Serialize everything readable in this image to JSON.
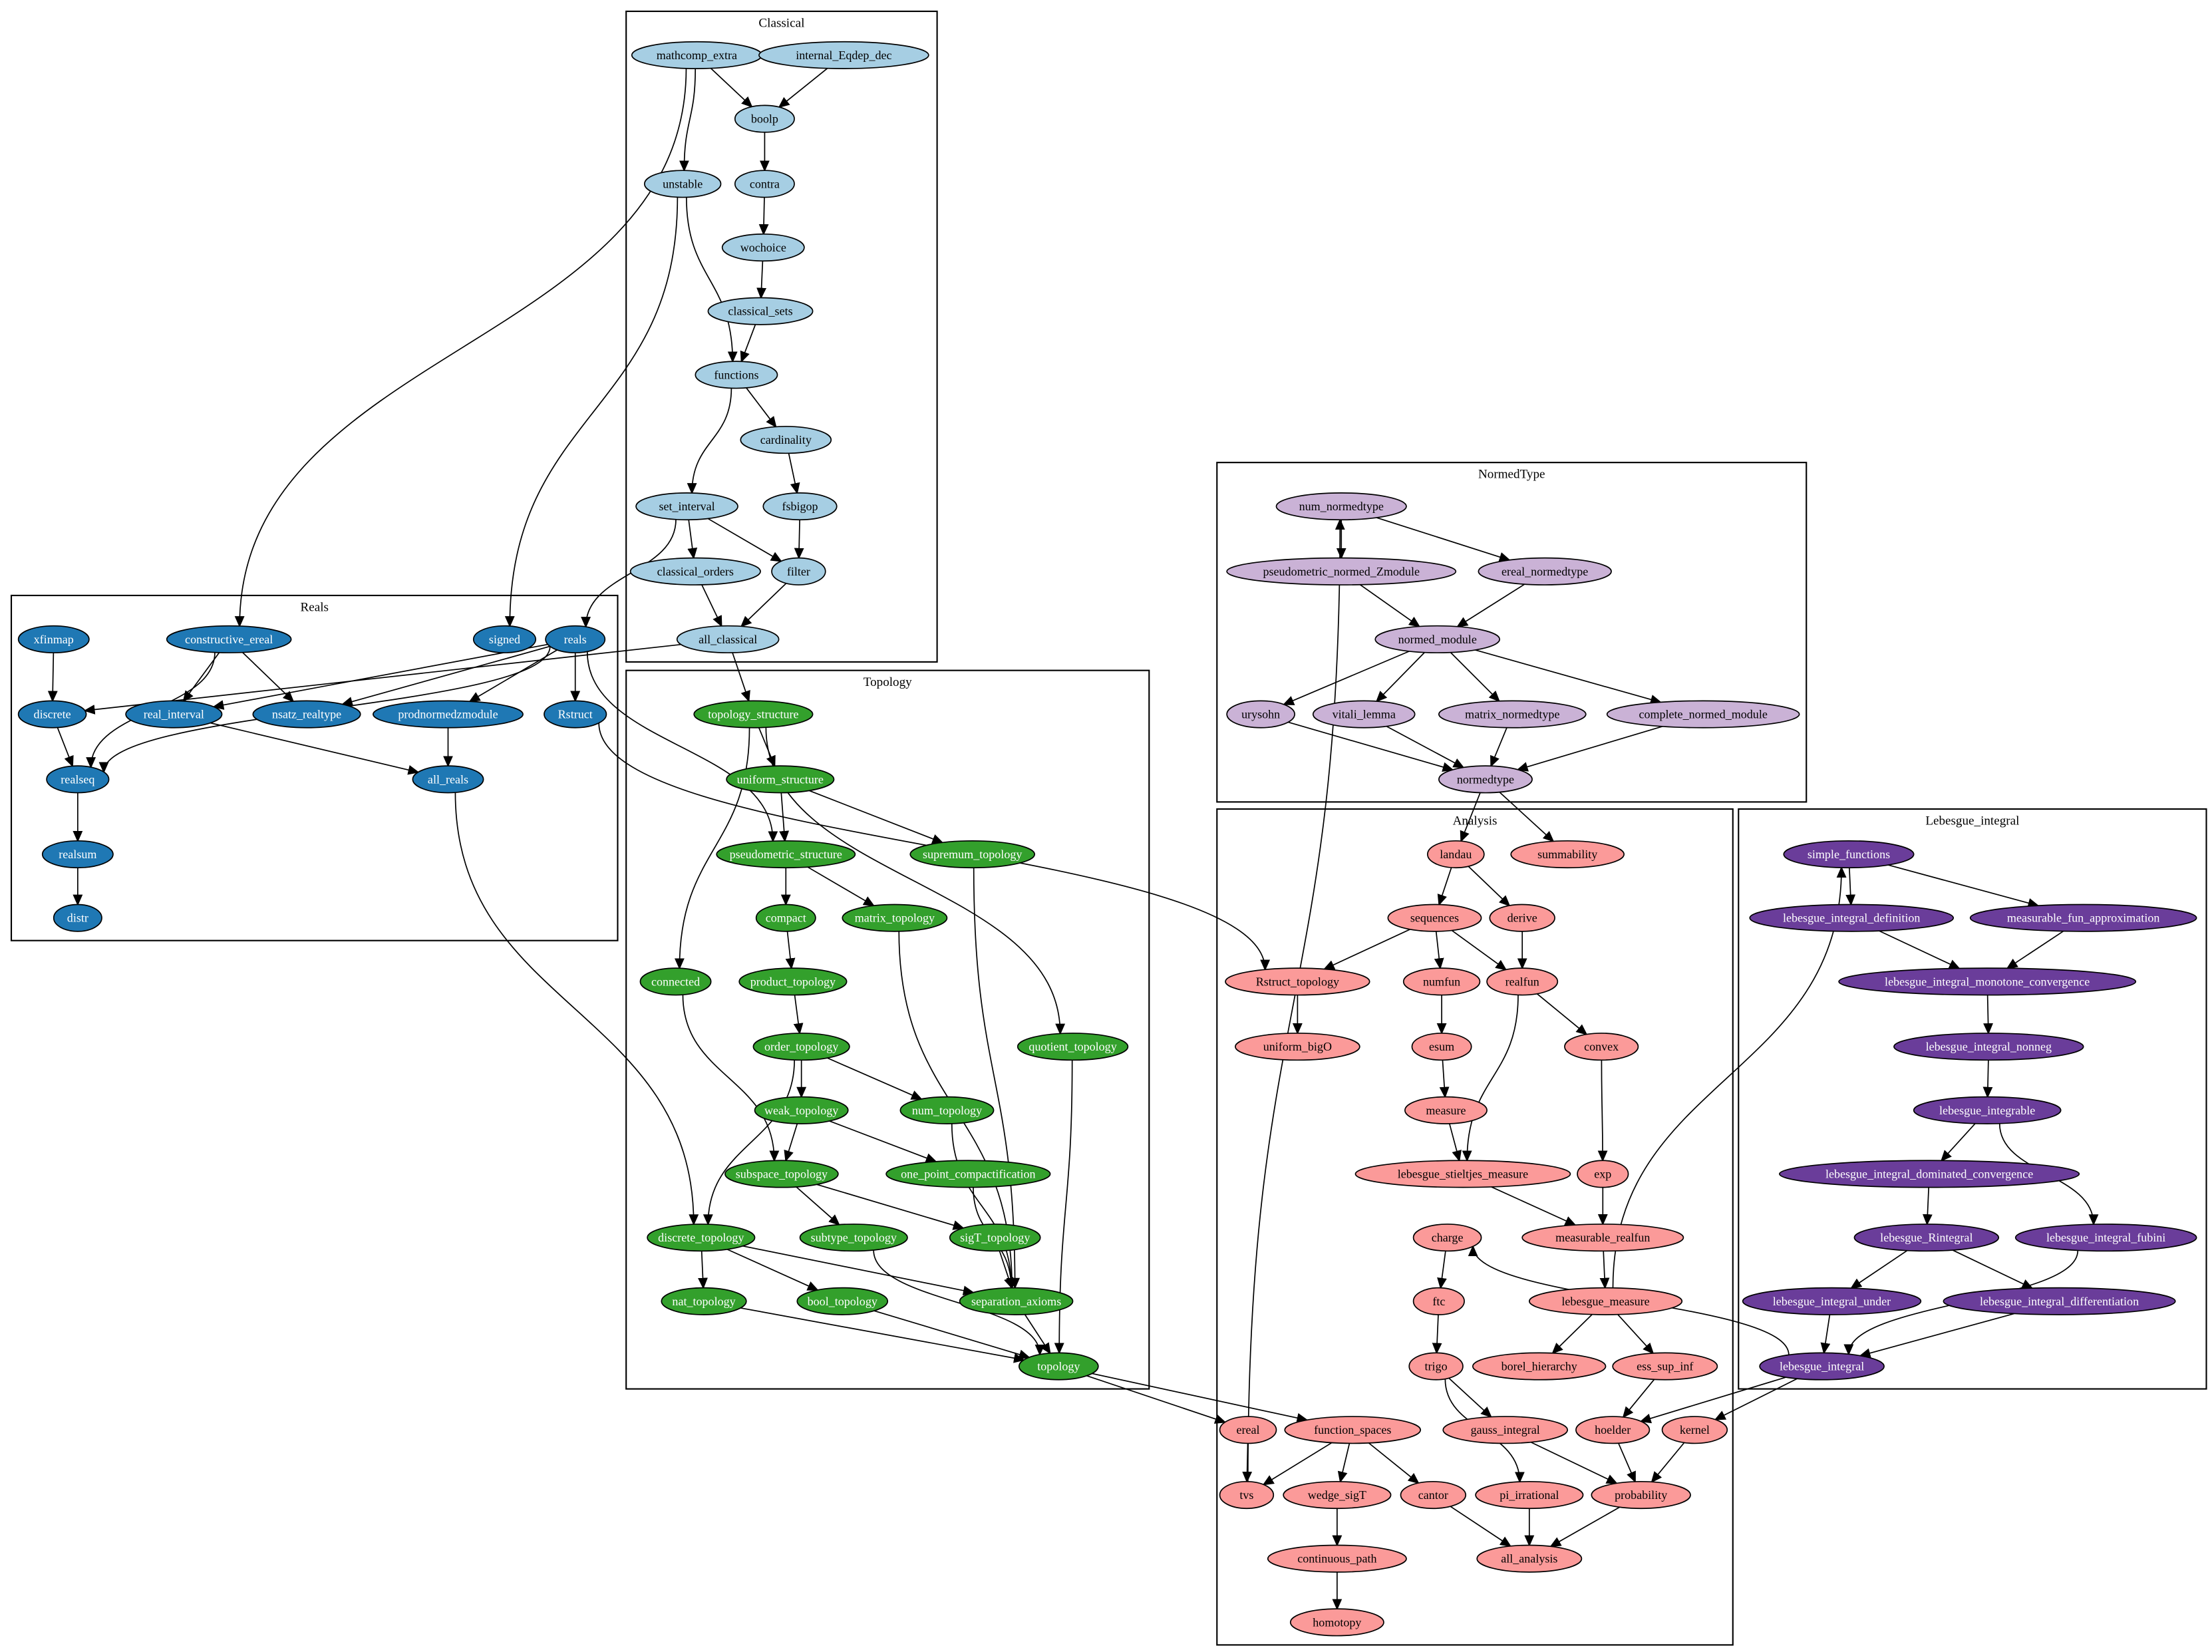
{
  "title": "Module dependency graph",
  "palette": {
    "Classical": {
      "fill": "#a6cee3",
      "text": "#000000"
    },
    "Reals": {
      "fill": "#1f78b4",
      "text": "#ffffff"
    },
    "Topology": {
      "fill": "#33a02c",
      "text": "#ffffff"
    },
    "NormedType": {
      "fill": "#cab2d6",
      "text": "#000000"
    },
    "Analysis": {
      "fill": "#fb9a99",
      "text": "#000000"
    },
    "Lebesgue_integral": {
      "fill": "#6a3d9a",
      "text": "#ffffff"
    }
  },
  "clusters": [
    {
      "id": "Classical",
      "label": "Classical"
    },
    {
      "id": "Reals",
      "label": "Reals"
    },
    {
      "id": "Topology",
      "label": "Topology"
    },
    {
      "id": "NormedType",
      "label": "NormedType"
    },
    {
      "id": "Analysis",
      "label": "Analysis"
    },
    {
      "id": "Lebesgue_integral",
      "label": "Lebesgue_integral"
    }
  ],
  "nodes": [
    {
      "id": "mathcomp_extra",
      "cluster": "Classical"
    },
    {
      "id": "internal_Eqdep_dec",
      "cluster": "Classical"
    },
    {
      "id": "boolp",
      "cluster": "Classical"
    },
    {
      "id": "unstable",
      "cluster": "Classical"
    },
    {
      "id": "contra",
      "cluster": "Classical"
    },
    {
      "id": "wochoice",
      "cluster": "Classical"
    },
    {
      "id": "classical_sets",
      "cluster": "Classical"
    },
    {
      "id": "functions",
      "cluster": "Classical"
    },
    {
      "id": "cardinality",
      "cluster": "Classical"
    },
    {
      "id": "set_interval",
      "cluster": "Classical"
    },
    {
      "id": "fsbigop",
      "cluster": "Classical"
    },
    {
      "id": "classical_orders",
      "cluster": "Classical"
    },
    {
      "id": "filter",
      "cluster": "Classical"
    },
    {
      "id": "all_classical",
      "cluster": "Classical"
    },
    {
      "id": "xfinmap",
      "cluster": "Reals"
    },
    {
      "id": "constructive_ereal",
      "cluster": "Reals"
    },
    {
      "id": "signed",
      "cluster": "Reals"
    },
    {
      "id": "reals",
      "cluster": "Reals"
    },
    {
      "id": "discrete",
      "cluster": "Reals"
    },
    {
      "id": "real_interval",
      "cluster": "Reals"
    },
    {
      "id": "nsatz_realtype",
      "cluster": "Reals"
    },
    {
      "id": "prodnormedzmodule",
      "cluster": "Reals"
    },
    {
      "id": "Rstruct",
      "cluster": "Reals"
    },
    {
      "id": "realseq",
      "cluster": "Reals"
    },
    {
      "id": "all_reals",
      "cluster": "Reals"
    },
    {
      "id": "realsum",
      "cluster": "Reals"
    },
    {
      "id": "distr",
      "cluster": "Reals"
    },
    {
      "id": "topology_structure",
      "cluster": "Topology"
    },
    {
      "id": "uniform_structure",
      "cluster": "Topology"
    },
    {
      "id": "pseudometric_structure",
      "cluster": "Topology"
    },
    {
      "id": "supremum_topology",
      "cluster": "Topology"
    },
    {
      "id": "compact",
      "cluster": "Topology"
    },
    {
      "id": "matrix_topology",
      "cluster": "Topology"
    },
    {
      "id": "connected",
      "cluster": "Topology"
    },
    {
      "id": "product_topology",
      "cluster": "Topology"
    },
    {
      "id": "order_topology",
      "cluster": "Topology"
    },
    {
      "id": "quotient_topology",
      "cluster": "Topology"
    },
    {
      "id": "weak_topology",
      "cluster": "Topology"
    },
    {
      "id": "num_topology",
      "cluster": "Topology"
    },
    {
      "id": "subspace_topology",
      "cluster": "Topology"
    },
    {
      "id": "one_point_compactification",
      "cluster": "Topology"
    },
    {
      "id": "discrete_topology",
      "cluster": "Topology"
    },
    {
      "id": "subtype_topology",
      "cluster": "Topology"
    },
    {
      "id": "sigT_topology",
      "cluster": "Topology"
    },
    {
      "id": "nat_topology",
      "cluster": "Topology"
    },
    {
      "id": "bool_topology",
      "cluster": "Topology"
    },
    {
      "id": "separation_axioms",
      "cluster": "Topology"
    },
    {
      "id": "topology",
      "cluster": "Topology"
    },
    {
      "id": "num_normedtype",
      "cluster": "NormedType"
    },
    {
      "id": "pseudometric_normed_Zmodule",
      "cluster": "NormedType"
    },
    {
      "id": "ereal_normedtype",
      "cluster": "NormedType"
    },
    {
      "id": "normed_module",
      "cluster": "NormedType"
    },
    {
      "id": "urysohn",
      "cluster": "NormedType"
    },
    {
      "id": "vitali_lemma",
      "cluster": "NormedType"
    },
    {
      "id": "matrix_normedtype",
      "cluster": "NormedType"
    },
    {
      "id": "complete_normed_module",
      "cluster": "NormedType"
    },
    {
      "id": "normedtype",
      "cluster": "NormedType"
    },
    {
      "id": "landau",
      "cluster": "Analysis"
    },
    {
      "id": "summability",
      "cluster": "Analysis"
    },
    {
      "id": "sequences",
      "cluster": "Analysis"
    },
    {
      "id": "derive",
      "cluster": "Analysis"
    },
    {
      "id": "Rstruct_topology",
      "cluster": "Analysis"
    },
    {
      "id": "numfun",
      "cluster": "Analysis"
    },
    {
      "id": "realfun",
      "cluster": "Analysis"
    },
    {
      "id": "uniform_bigO",
      "cluster": "Analysis"
    },
    {
      "id": "esum",
      "cluster": "Analysis"
    },
    {
      "id": "convex",
      "cluster": "Analysis"
    },
    {
      "id": "measure",
      "cluster": "Analysis"
    },
    {
      "id": "lebesgue_stieltjes_measure",
      "cluster": "Analysis"
    },
    {
      "id": "exp",
      "cluster": "Analysis"
    },
    {
      "id": "charge",
      "cluster": "Analysis"
    },
    {
      "id": "measurable_realfun",
      "cluster": "Analysis"
    },
    {
      "id": "ftc",
      "cluster": "Analysis"
    },
    {
      "id": "lebesgue_measure",
      "cluster": "Analysis"
    },
    {
      "id": "trigo",
      "cluster": "Analysis"
    },
    {
      "id": "borel_hierarchy",
      "cluster": "Analysis"
    },
    {
      "id": "ess_sup_inf",
      "cluster": "Analysis"
    },
    {
      "id": "ereal",
      "cluster": "Analysis"
    },
    {
      "id": "function_spaces",
      "cluster": "Analysis"
    },
    {
      "id": "gauss_integral",
      "cluster": "Analysis"
    },
    {
      "id": "hoelder",
      "cluster": "Analysis"
    },
    {
      "id": "kernel",
      "cluster": "Analysis"
    },
    {
      "id": "tvs",
      "cluster": "Analysis"
    },
    {
      "id": "wedge_sigT",
      "cluster": "Analysis"
    },
    {
      "id": "cantor",
      "cluster": "Analysis"
    },
    {
      "id": "pi_irrational",
      "cluster": "Analysis"
    },
    {
      "id": "probability",
      "cluster": "Analysis"
    },
    {
      "id": "continuous_path",
      "cluster": "Analysis"
    },
    {
      "id": "all_analysis",
      "cluster": "Analysis"
    },
    {
      "id": "homotopy",
      "cluster": "Analysis"
    },
    {
      "id": "simple_functions",
      "cluster": "Lebesgue_integral"
    },
    {
      "id": "lebesgue_integral_definition",
      "cluster": "Lebesgue_integral"
    },
    {
      "id": "measurable_fun_approximation",
      "cluster": "Lebesgue_integral"
    },
    {
      "id": "lebesgue_integral_monotone_convergence",
      "cluster": "Lebesgue_integral"
    },
    {
      "id": "lebesgue_integral_nonneg",
      "cluster": "Lebesgue_integral"
    },
    {
      "id": "lebesgue_integrable",
      "cluster": "Lebesgue_integral"
    },
    {
      "id": "lebesgue_integral_dominated_convergence",
      "cluster": "Lebesgue_integral"
    },
    {
      "id": "lebesgue_Rintegral",
      "cluster": "Lebesgue_integral"
    },
    {
      "id": "lebesgue_integral_fubini",
      "cluster": "Lebesgue_integral"
    },
    {
      "id": "lebesgue_integral_under",
      "cluster": "Lebesgue_integral"
    },
    {
      "id": "lebesgue_integral_differentiation",
      "cluster": "Lebesgue_integral"
    },
    {
      "id": "lebesgue_integral",
      "cluster": "Lebesgue_integral"
    }
  ],
  "edges": [
    [
      "mathcomp_extra",
      "boolp"
    ],
    [
      "internal_Eqdep_dec",
      "boolp"
    ],
    [
      "mathcomp_extra",
      "unstable"
    ],
    [
      "mathcomp_extra",
      "constructive_ereal"
    ],
    [
      "boolp",
      "contra"
    ],
    [
      "contra",
      "wochoice"
    ],
    [
      "wochoice",
      "classical_sets"
    ],
    [
      "classical_sets",
      "functions"
    ],
    [
      "unstable",
      "functions"
    ],
    [
      "unstable",
      "signed"
    ],
    [
      "functions",
      "cardinality"
    ],
    [
      "functions",
      "set_interval"
    ],
    [
      "cardinality",
      "fsbigop"
    ],
    [
      "fsbigop",
      "filter"
    ],
    [
      "set_interval",
      "filter"
    ],
    [
      "set_interval",
      "classical_orders"
    ],
    [
      "set_interval",
      "reals"
    ],
    [
      "classical_orders",
      "all_classical"
    ],
    [
      "filter",
      "all_classical"
    ],
    [
      "all_classical",
      "topology_structure"
    ],
    [
      "all_classical",
      "discrete"
    ],
    [
      "xfinmap",
      "discrete"
    ],
    [
      "constructive_ereal",
      "real_interval"
    ],
    [
      "constructive_ereal",
      "nsatz_realtype"
    ],
    [
      "constructive_ereal",
      "realseq"
    ],
    [
      "reals",
      "real_interval"
    ],
    [
      "reals",
      "nsatz_realtype"
    ],
    [
      "reals",
      "prodnormedzmodule"
    ],
    [
      "reals",
      "Rstruct"
    ],
    [
      "reals",
      "realseq"
    ],
    [
      "reals",
      "pseudometric_structure"
    ],
    [
      "discrete",
      "realseq"
    ],
    [
      "real_interval",
      "all_reals"
    ],
    [
      "prodnormedzmodule",
      "all_reals"
    ],
    [
      "realseq",
      "realsum"
    ],
    [
      "realsum",
      "distr"
    ],
    [
      "all_reals",
      "discrete_topology"
    ],
    [
      "Rstruct",
      "Rstruct_topology"
    ],
    [
      "topology_structure",
      "uniform_structure"
    ],
    [
      "topology_structure",
      "connected"
    ],
    [
      "topology_structure",
      "quotient_topology"
    ],
    [
      "uniform_structure",
      "pseudometric_structure"
    ],
    [
      "uniform_structure",
      "supremum_topology"
    ],
    [
      "pseudometric_structure",
      "compact"
    ],
    [
      "pseudometric_structure",
      "matrix_topology"
    ],
    [
      "compact",
      "product_topology"
    ],
    [
      "product_topology",
      "order_topology"
    ],
    [
      "order_topology",
      "weak_topology"
    ],
    [
      "order_topology",
      "num_topology"
    ],
    [
      "order_topology",
      "discrete_topology"
    ],
    [
      "weak_topology",
      "subspace_topology"
    ],
    [
      "weak_topology",
      "one_point_compactification"
    ],
    [
      "connected",
      "subspace_topology"
    ],
    [
      "subspace_topology",
      "subtype_topology"
    ],
    [
      "subspace_topology",
      "sigT_topology"
    ],
    [
      "discrete_topology",
      "nat_topology"
    ],
    [
      "discrete_topology",
      "bool_topology"
    ],
    [
      "discrete_topology",
      "separation_axioms"
    ],
    [
      "sigT_topology",
      "separation_axioms"
    ],
    [
      "one_point_compactification",
      "separation_axioms"
    ],
    [
      "num_topology",
      "separation_axioms"
    ],
    [
      "supremum_topology",
      "separation_axioms"
    ],
    [
      "matrix_topology",
      "separation_axioms"
    ],
    [
      "subtype_topology",
      "topology"
    ],
    [
      "nat_topology",
      "topology"
    ],
    [
      "bool_topology",
      "topology"
    ],
    [
      "separation_axioms",
      "topology"
    ],
    [
      "quotient_topology",
      "topology"
    ],
    [
      "topology",
      "ereal"
    ],
    [
      "topology",
      "function_spaces"
    ],
    [
      "num_normedtype",
      "pseudometric_normed_Zmodule"
    ],
    [
      "num_normedtype",
      "ereal_normedtype"
    ],
    [
      "pseudometric_normed_Zmodule",
      "normed_module"
    ],
    [
      "ereal_normedtype",
      "normed_module"
    ],
    [
      "normed_module",
      "urysohn"
    ],
    [
      "normed_module",
      "vitali_lemma"
    ],
    [
      "normed_module",
      "matrix_normedtype"
    ],
    [
      "normed_module",
      "complete_normed_module"
    ],
    [
      "urysohn",
      "normedtype"
    ],
    [
      "vitali_lemma",
      "normedtype"
    ],
    [
      "matrix_normedtype",
      "normedtype"
    ],
    [
      "complete_normed_module",
      "normedtype"
    ],
    [
      "normedtype",
      "landau"
    ],
    [
      "normedtype",
      "summability"
    ],
    [
      "tvs",
      "num_normedtype"
    ],
    [
      "landau",
      "sequences"
    ],
    [
      "landau",
      "derive"
    ],
    [
      "sequences",
      "Rstruct_topology"
    ],
    [
      "sequences",
      "numfun"
    ],
    [
      "sequences",
      "realfun"
    ],
    [
      "derive",
      "realfun"
    ],
    [
      "Rstruct_topology",
      "uniform_bigO"
    ],
    [
      "numfun",
      "esum"
    ],
    [
      "realfun",
      "convex"
    ],
    [
      "realfun",
      "lebesgue_stieltjes_measure"
    ],
    [
      "esum",
      "measure"
    ],
    [
      "measure",
      "lebesgue_stieltjes_measure"
    ],
    [
      "convex",
      "exp"
    ],
    [
      "lebesgue_stieltjes_measure",
      "measurable_realfun"
    ],
    [
      "exp",
      "measurable_realfun"
    ],
    [
      "measurable_realfun",
      "lebesgue_measure"
    ],
    [
      "charge",
      "ftc"
    ],
    [
      "ftc",
      "trigo"
    ],
    [
      "lebesgue_measure",
      "borel_hierarchy"
    ],
    [
      "lebesgue_measure",
      "ess_sup_inf"
    ],
    [
      "lebesgue_measure",
      "simple_functions"
    ],
    [
      "trigo",
      "gauss_integral"
    ],
    [
      "trigo",
      "pi_irrational"
    ],
    [
      "ess_sup_inf",
      "hoelder"
    ],
    [
      "ereal",
      "tvs"
    ],
    [
      "function_spaces",
      "tvs"
    ],
    [
      "function_spaces",
      "wedge_sigT"
    ],
    [
      "function_spaces",
      "cantor"
    ],
    [
      "wedge_sigT",
      "continuous_path"
    ],
    [
      "continuous_path",
      "homotopy"
    ],
    [
      "gauss_integral",
      "probability"
    ],
    [
      "hoelder",
      "probability"
    ],
    [
      "kernel",
      "probability"
    ],
    [
      "cantor",
      "all_analysis"
    ],
    [
      "pi_irrational",
      "all_analysis"
    ],
    [
      "probability",
      "all_analysis"
    ],
    [
      "simple_functions",
      "lebesgue_integral_definition"
    ],
    [
      "simple_functions",
      "measurable_fun_approximation"
    ],
    [
      "lebesgue_integral_definition",
      "lebesgue_integral_monotone_convergence"
    ],
    [
      "measurable_fun_approximation",
      "lebesgue_integral_monotone_convergence"
    ],
    [
      "lebesgue_integral_monotone_convergence",
      "lebesgue_integral_nonneg"
    ],
    [
      "lebesgue_integral_nonneg",
      "lebesgue_integrable"
    ],
    [
      "lebesgue_integrable",
      "lebesgue_integral_dominated_convergence"
    ],
    [
      "lebesgue_integrable",
      "lebesgue_integral_fubini"
    ],
    [
      "lebesgue_integral_dominated_convergence",
      "lebesgue_Rintegral"
    ],
    [
      "lebesgue_Rintegral",
      "lebesgue_integral_under"
    ],
    [
      "lebesgue_Rintegral",
      "lebesgue_integral_differentiation"
    ],
    [
      "lebesgue_integral_under",
      "lebesgue_integral"
    ],
    [
      "lebesgue_integral_differentiation",
      "lebesgue_integral"
    ],
    [
      "lebesgue_integral_fubini",
      "lebesgue_integral"
    ],
    [
      "lebesgue_integral",
      "charge"
    ],
    [
      "lebesgue_integral",
      "hoelder"
    ],
    [
      "lebesgue_integral",
      "kernel"
    ]
  ]
}
